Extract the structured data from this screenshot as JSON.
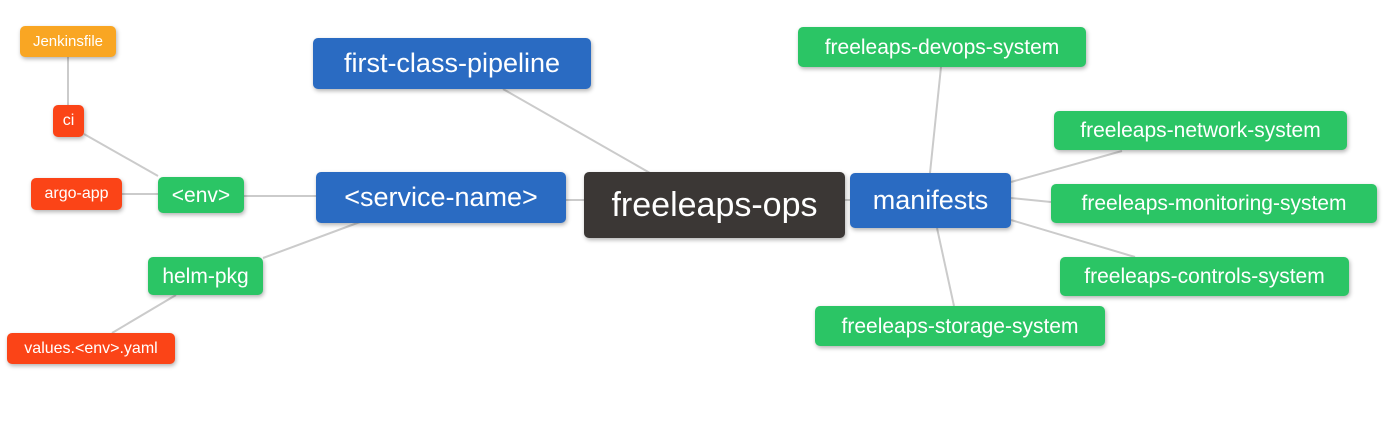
{
  "palette": {
    "blue": "#2A6BC2",
    "green": "#2BC565",
    "red": "#FB4417",
    "orange": "#F9A623",
    "dark": "#3B3735",
    "edge": "#CBCBCB",
    "text": "#FFFFFF",
    "background": "#FFFFFF"
  },
  "nodes": {
    "root": {
      "label": "freeleaps-ops"
    },
    "fcp": {
      "label": "first-class-pipeline"
    },
    "service": {
      "label": "<service-name>"
    },
    "manifests": {
      "label": "manifests"
    },
    "env": {
      "label": "<env>"
    },
    "helmpkg": {
      "label": "helm-pkg"
    },
    "ci": {
      "label": "ci"
    },
    "argoapp": {
      "label": "argo-app"
    },
    "jenkinsfile": {
      "label": "Jenkinsfile"
    },
    "values": {
      "label": "values.<env>.yaml"
    },
    "devops": {
      "label": "freeleaps-devops-system"
    },
    "network": {
      "label": "freeleaps-network-system"
    },
    "monitoring": {
      "label": "freeleaps-monitoring-system"
    },
    "controls": {
      "label": "freeleaps-controls-system"
    },
    "storage": {
      "label": "freeleaps-storage-system"
    }
  },
  "edges": [
    {
      "from": "jenkinsfile",
      "to": "ci"
    },
    {
      "from": "ci",
      "to": "env"
    },
    {
      "from": "argoapp",
      "to": "env"
    },
    {
      "from": "env",
      "to": "service"
    },
    {
      "from": "helmpkg",
      "to": "service"
    },
    {
      "from": "values",
      "to": "helmpkg"
    },
    {
      "from": "fcp",
      "to": "root"
    },
    {
      "from": "service",
      "to": "root"
    },
    {
      "from": "manifests",
      "to": "root"
    },
    {
      "from": "devops",
      "to": "manifests"
    },
    {
      "from": "network",
      "to": "manifests"
    },
    {
      "from": "monitoring",
      "to": "manifests"
    },
    {
      "from": "controls",
      "to": "manifests"
    },
    {
      "from": "storage",
      "to": "manifests"
    }
  ]
}
